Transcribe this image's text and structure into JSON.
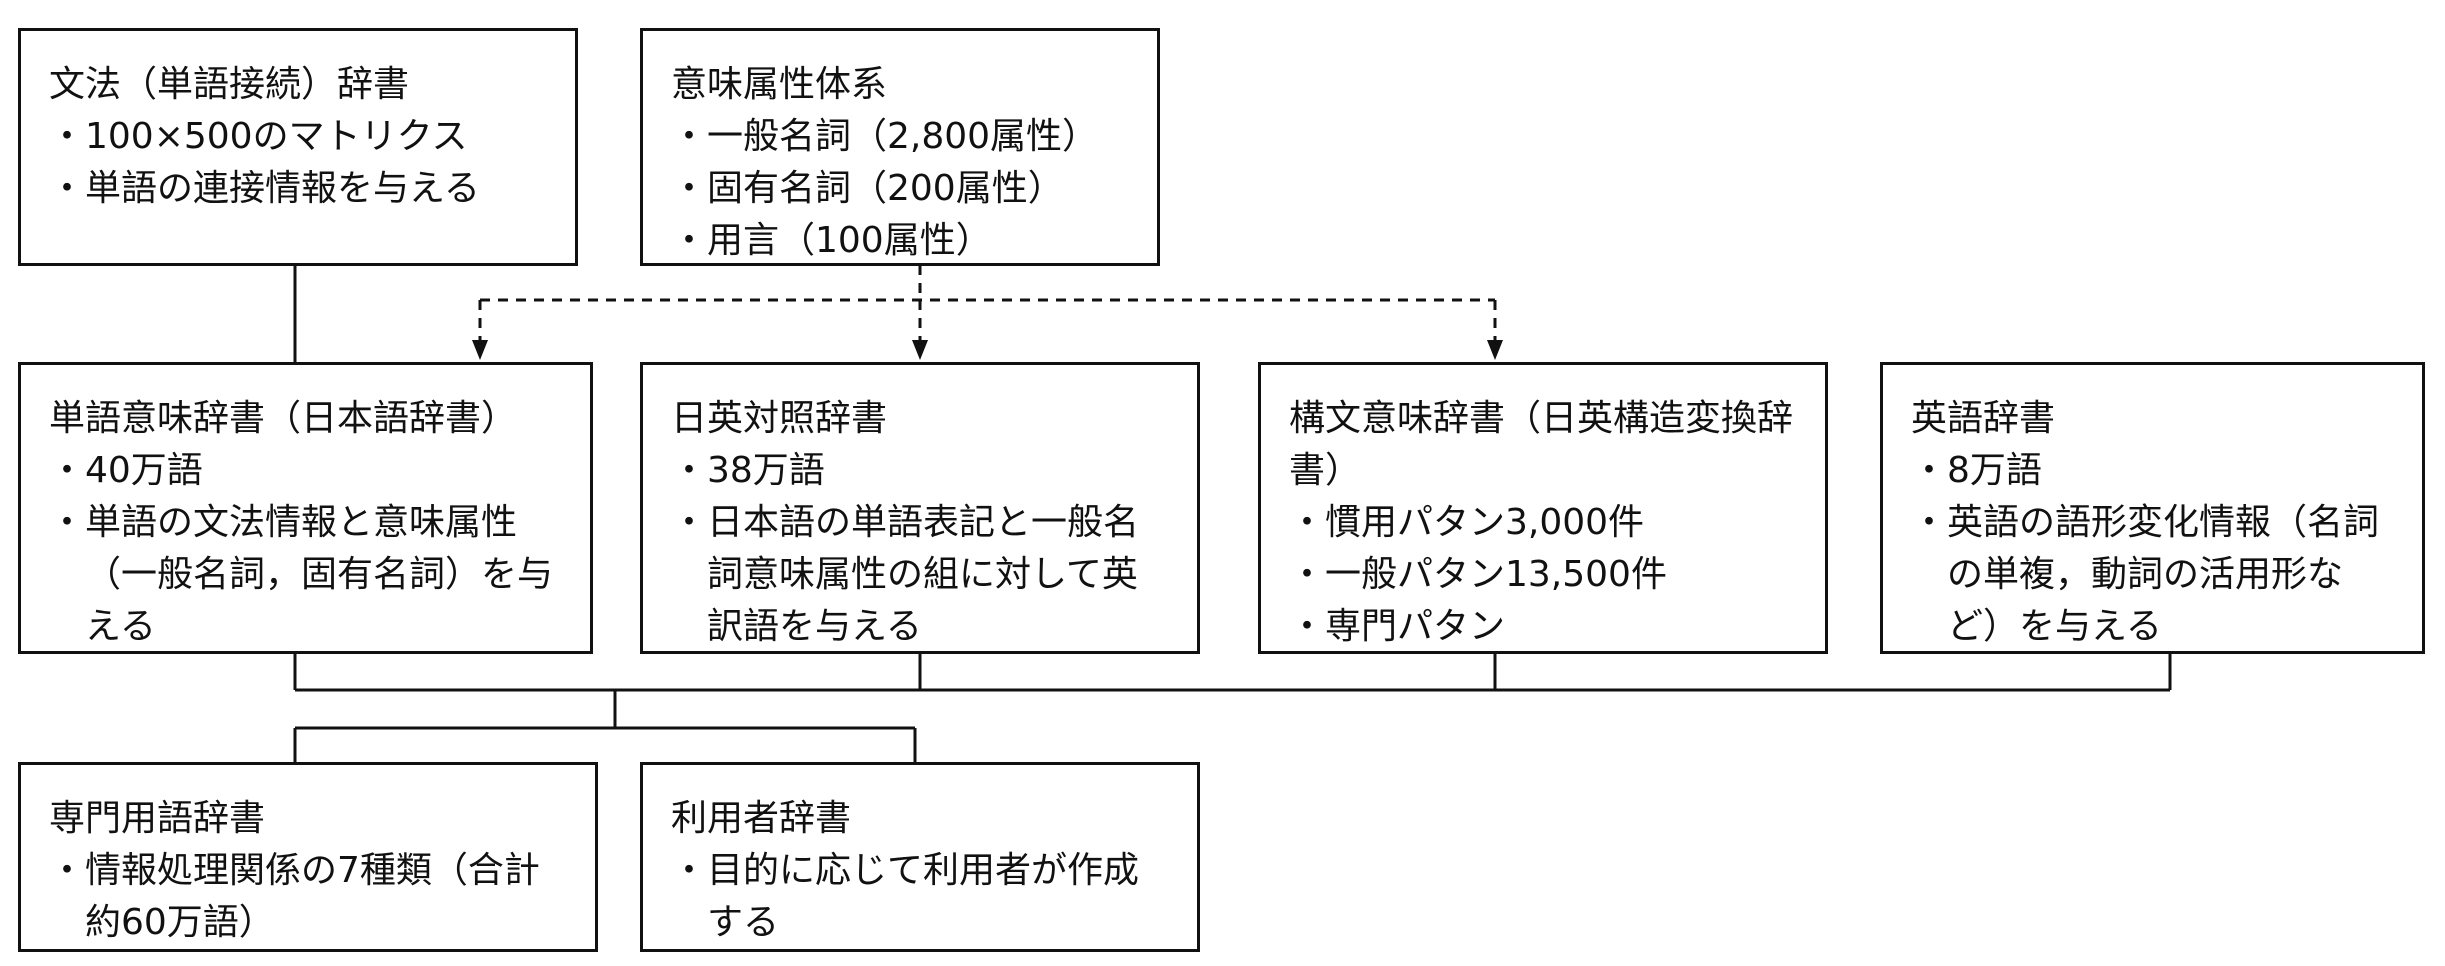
{
  "boxes": {
    "grammar": {
      "title": "文法（単語接続）辞書",
      "items": [
        "100×500のマトリクス",
        "単語の連接情報を与える"
      ]
    },
    "semantic_system": {
      "title": "意味属性体系",
      "items": [
        "一般名詞（2,800属性）",
        "固有名詞（200属性）",
        "用言（100属性）"
      ]
    },
    "word_meaning": {
      "title": "単語意味辞書（日本語辞書）",
      "items": [
        "40万語",
        "単語の文法情報と意味属性（一般名詞，固有名詞）を与える"
      ]
    },
    "je_contrast": {
      "title": "日英対照辞書",
      "items": [
        "38万語",
        "日本語の単語表記と一般名詞意味属性の組に対して英訳語を与える"
      ]
    },
    "syntax_meaning": {
      "title": "構文意味辞書（日英構造変換辞書）",
      "items": [
        "慣用パタン3,000件",
        "一般パタン13,500件",
        "専門パタン"
      ]
    },
    "english": {
      "title": "英語辞書",
      "items": [
        "8万語",
        "英語の語形変化情報（名詞の単複，動詞の活用形など）を与える"
      ]
    },
    "technical": {
      "title": "専門用語辞書",
      "items": [
        "情報処理関係の7種類（合計約60万語）"
      ]
    },
    "user": {
      "title": "利用者辞書",
      "items": [
        "目的に応じて利用者が作成する"
      ]
    }
  }
}
